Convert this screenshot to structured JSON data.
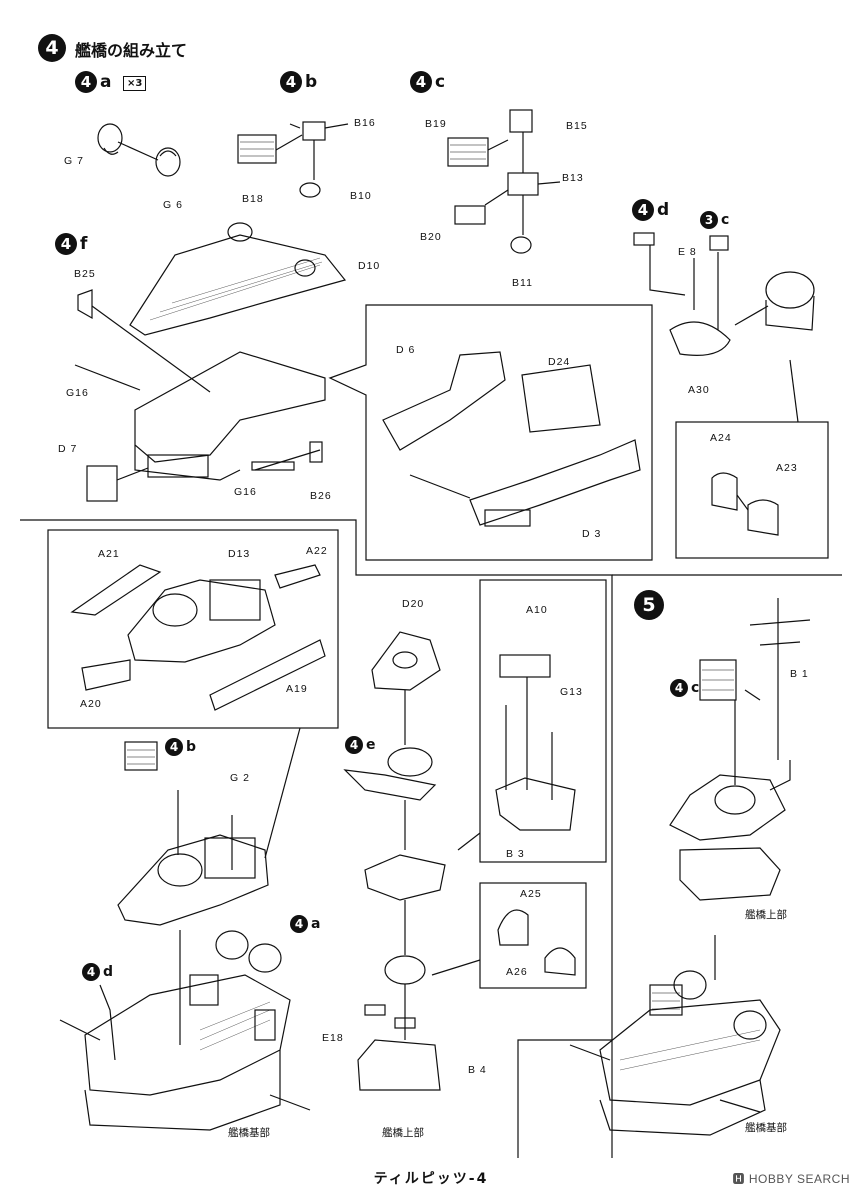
{
  "step4": {
    "number": "4",
    "title": "艦橋の組み立て"
  },
  "step5": {
    "number": "5"
  },
  "sub_4a": {
    "num": "4",
    "letter": "a",
    "qty": "×3"
  },
  "sub_4b": {
    "num": "4",
    "letter": "b"
  },
  "sub_4c": {
    "num": "4",
    "letter": "c"
  },
  "sub_4d": {
    "num": "4",
    "letter": "d"
  },
  "sub_3c": {
    "num": "3",
    "letter": "c"
  },
  "sub_4f": {
    "num": "4",
    "letter": "f"
  },
  "sub_4b_2": {
    "num": "4",
    "letter": "b"
  },
  "sub_4a_2": {
    "num": "4",
    "letter": "a"
  },
  "sub_4d_2": {
    "num": "4",
    "letter": "d"
  },
  "sub_4e": {
    "num": "4",
    "letter": "e"
  },
  "sub_4c_2": {
    "num": "4",
    "letter": "c"
  },
  "parts": {
    "g7": "G 7",
    "g6": "G 6",
    "b16": "B16",
    "b18": "B18",
    "b10": "B10",
    "b19": "B19",
    "b15": "B15",
    "b13": "B13",
    "b20": "B20",
    "b11": "B11",
    "e8": "E 8",
    "a30": "A30",
    "b25": "B25",
    "d10": "D10",
    "g16a": "G16",
    "g16b": "G16",
    "d7": "D 7",
    "b26": "B26",
    "d6": "D 6",
    "d24": "D24",
    "d3": "D 3",
    "a24": "A24",
    "a23": "A23",
    "a21": "A21",
    "d13": "D13",
    "a22": "A22",
    "a20": "A20",
    "a19": "A19",
    "d20": "D20",
    "a10": "A10",
    "g13": "G13",
    "b3": "B 3",
    "a25": "A25",
    "a26": "A26",
    "e18": "E18",
    "b4": "B 4",
    "g2": "G 2",
    "b1": "B 1"
  },
  "captions": {
    "base_left": "艦橋基部",
    "upper_mid": "艦橋上部",
    "upper_right": "艦橋上部",
    "base_right": "艦橋基部"
  },
  "footer": "ティルピッツ-4",
  "watermark": "🅷 HOBBY SEARCH"
}
